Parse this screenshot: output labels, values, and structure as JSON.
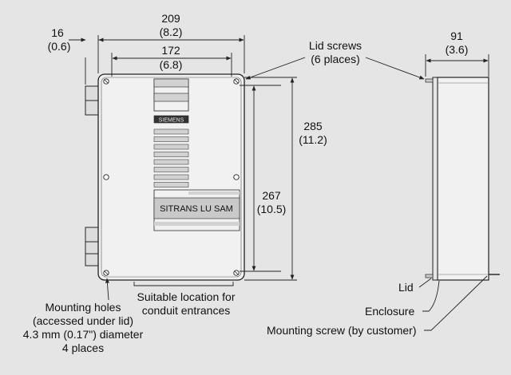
{
  "dimensions": {
    "width_209": {
      "value": "209",
      "inch": "(8.2)"
    },
    "width_172": {
      "value": "172",
      "inch": "(6.8)"
    },
    "offset_16": {
      "value": "16",
      "inch": "(0.6)"
    },
    "depth_91": {
      "value": "91",
      "inch": "(3.6)"
    },
    "height_285": {
      "value": "285",
      "inch": "(11.2)"
    },
    "height_267": {
      "value": "267",
      "inch": "(10.5)"
    }
  },
  "labels": {
    "lid_screws": [
      "Lid screws",
      "(6 places)"
    ],
    "product_name": "SITRANS LU SAM",
    "brand": "SIEMENS",
    "conduit": [
      "Suitable location for",
      "conduit entrances"
    ],
    "mounting_holes": [
      "Mounting holes",
      "(accessed under lid)",
      "4.3 mm (0.17\") diameter",
      "4 places"
    ],
    "lid": "Lid",
    "enclosure": "Enclosure",
    "mounting_screw": "Mounting screw (by customer)"
  },
  "colors": {
    "background": "#e5e5e5",
    "enclosure_fill": "#f1f1f1",
    "outline": "#222222",
    "stripe": "#d2d2d2",
    "label_band": "#c9c9c9"
  }
}
